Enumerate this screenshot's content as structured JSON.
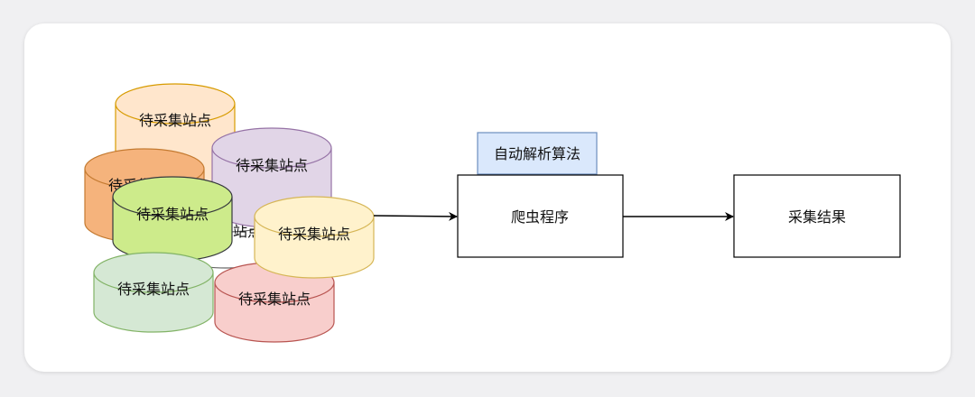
{
  "diagram": {
    "sites": [
      {
        "label": "待采集站点",
        "fill": "#ffe6cc",
        "stroke": "#d79b00"
      },
      {
        "label": "待采集站点",
        "fill": "#f5b37c",
        "stroke": "#c47a30"
      },
      {
        "label": "待采集站点",
        "fill": "#ffffff",
        "stroke": "#666666"
      },
      {
        "label": "待采集站点",
        "fill": "#e1d5e7",
        "stroke": "#9673a6"
      },
      {
        "label": "待采集站点",
        "fill": "#cdeb8b",
        "stroke": "#36393d"
      },
      {
        "label": "待采集站点",
        "fill": "#d5e8d4",
        "stroke": "#82b366"
      },
      {
        "label": "待采集站点",
        "fill": "#f8cecc",
        "stroke": "#b85450"
      },
      {
        "label": "待采集站点",
        "fill": "#fff2cc",
        "stroke": "#d6b656"
      }
    ],
    "algorithm_label": "自动解析算法",
    "crawler_label": "爬虫程序",
    "result_label": "采集结果",
    "colors": {
      "algorithm_fill": "#dae8fc",
      "algorithm_stroke": "#6c8ebf",
      "box_stroke": "#000000",
      "arrow": "#000000"
    }
  }
}
